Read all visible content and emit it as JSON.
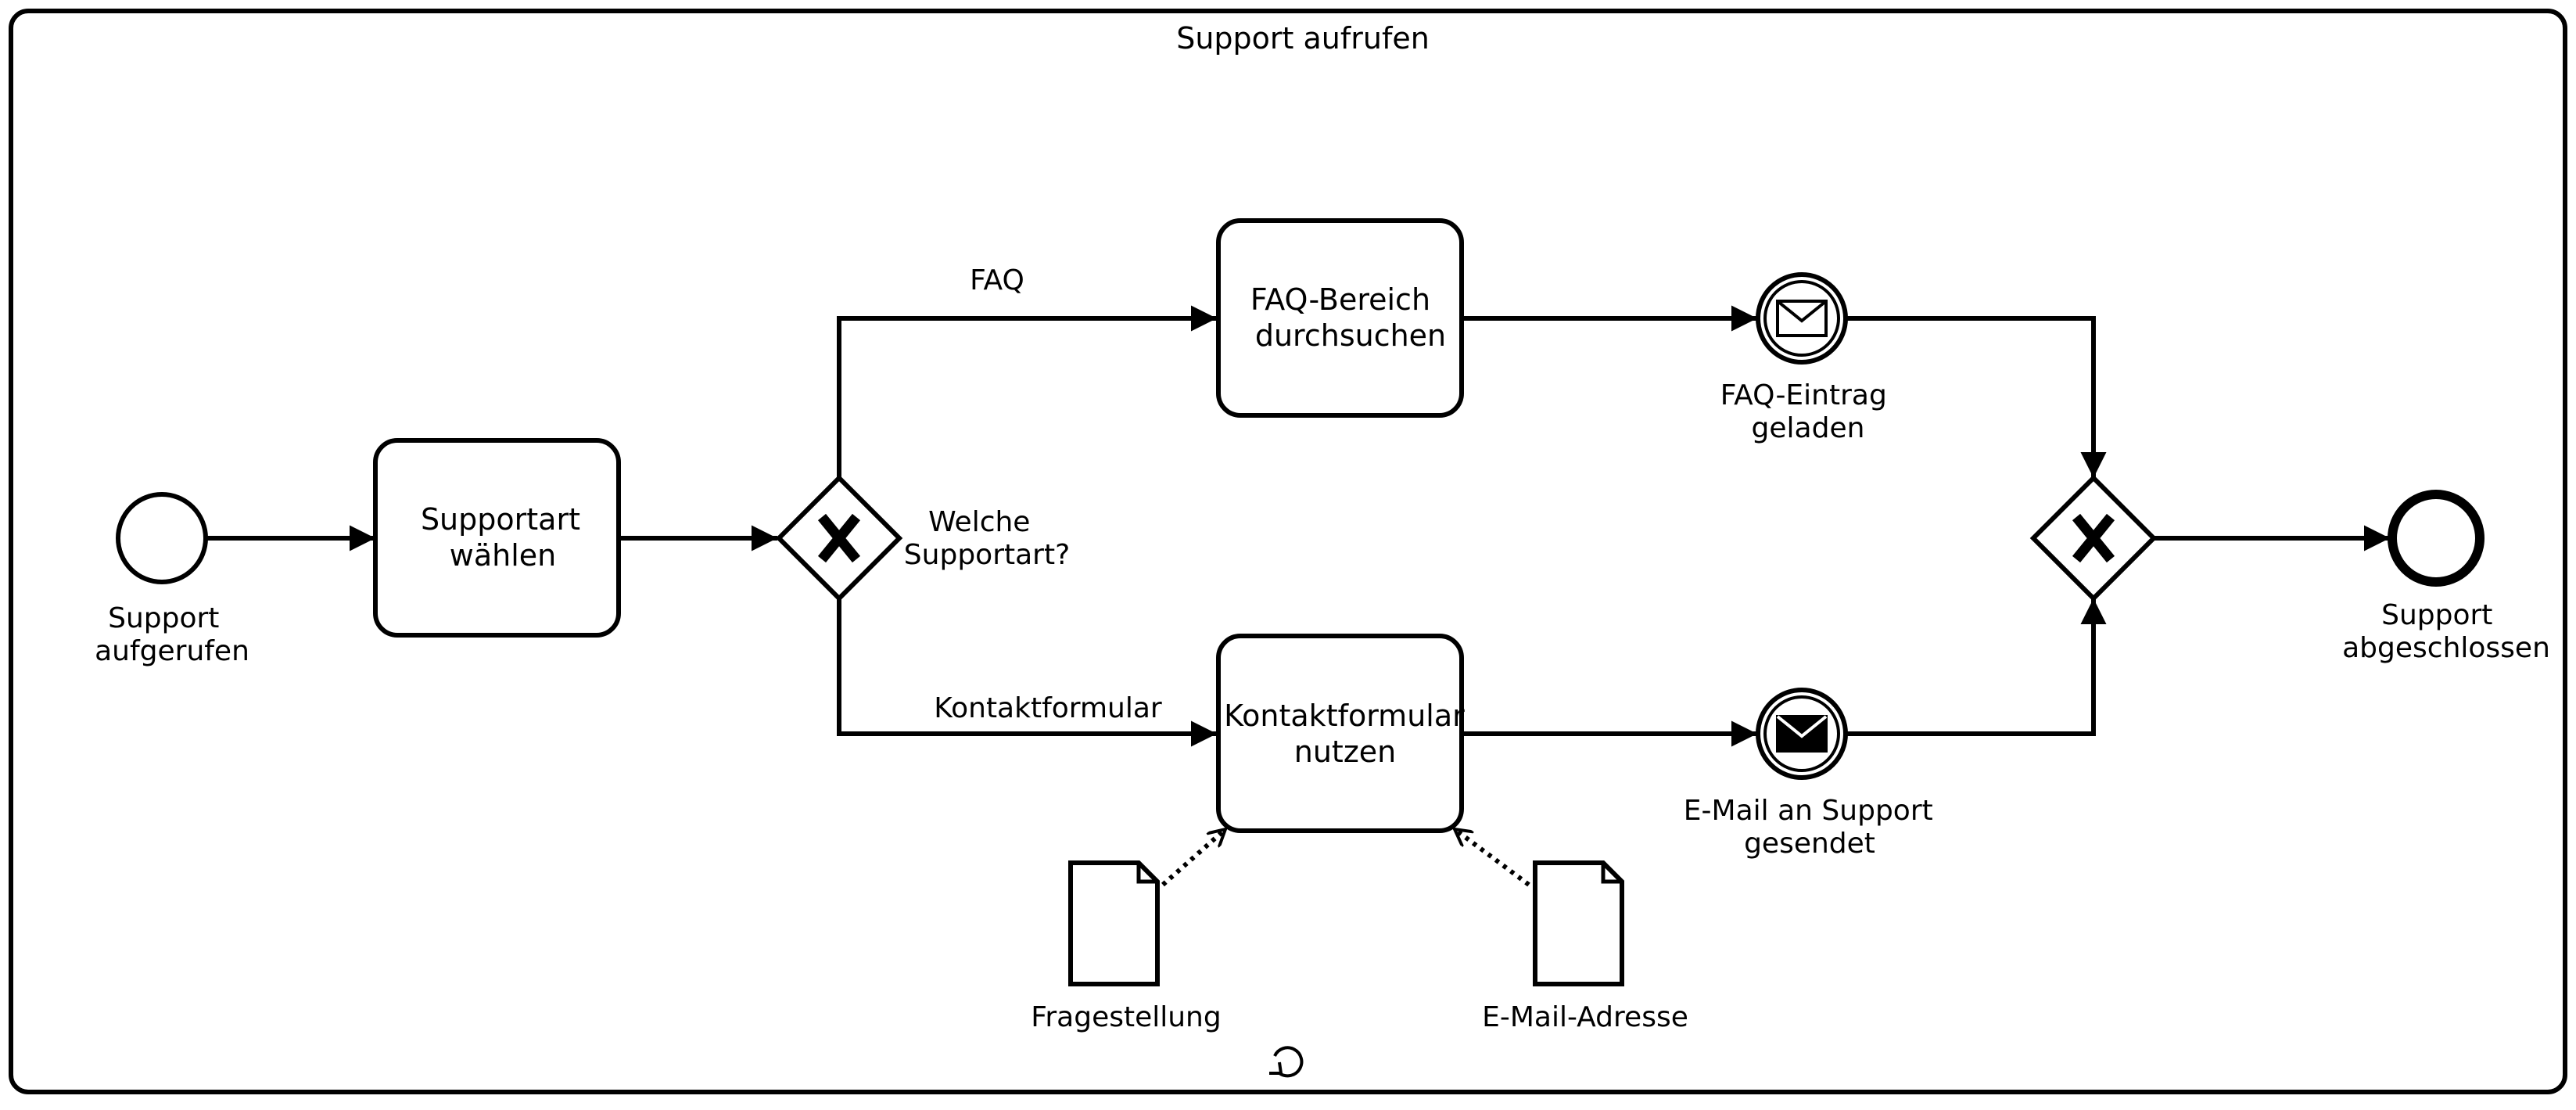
{
  "diagram": {
    "pool_title": "Support aufrufen",
    "start_event": {
      "label_lines": [
        "Support",
        "aufgerufen"
      ]
    },
    "tasks": {
      "choose": {
        "label_lines": [
          "Supportart",
          "wählen"
        ]
      },
      "faq": {
        "label_lines": [
          "FAQ-Bereich",
          "durchsuchen"
        ]
      },
      "contact": {
        "label_lines": [
          "Kontaktformular",
          "nutzen"
        ]
      }
    },
    "gateway_split": {
      "label_lines": [
        "Welche",
        "Supportart?"
      ]
    },
    "flows": {
      "faq": "FAQ",
      "contact": "Kontaktformular"
    },
    "events": {
      "faq_loaded": {
        "label_lines": [
          "FAQ-Eintrag",
          "geladen"
        ],
        "icon": "envelope-icon"
      },
      "mail_sent": {
        "label_lines": [
          "E-Mail an Support",
          "gesendet"
        ],
        "icon": "envelope-filled-icon"
      }
    },
    "end_event": {
      "label_lines": [
        "Support",
        "abgeschlossen"
      ]
    },
    "data_objects": {
      "question": "Fragestellung",
      "email": "E-Mail-Adresse"
    },
    "loop_marker": "loop-icon"
  }
}
